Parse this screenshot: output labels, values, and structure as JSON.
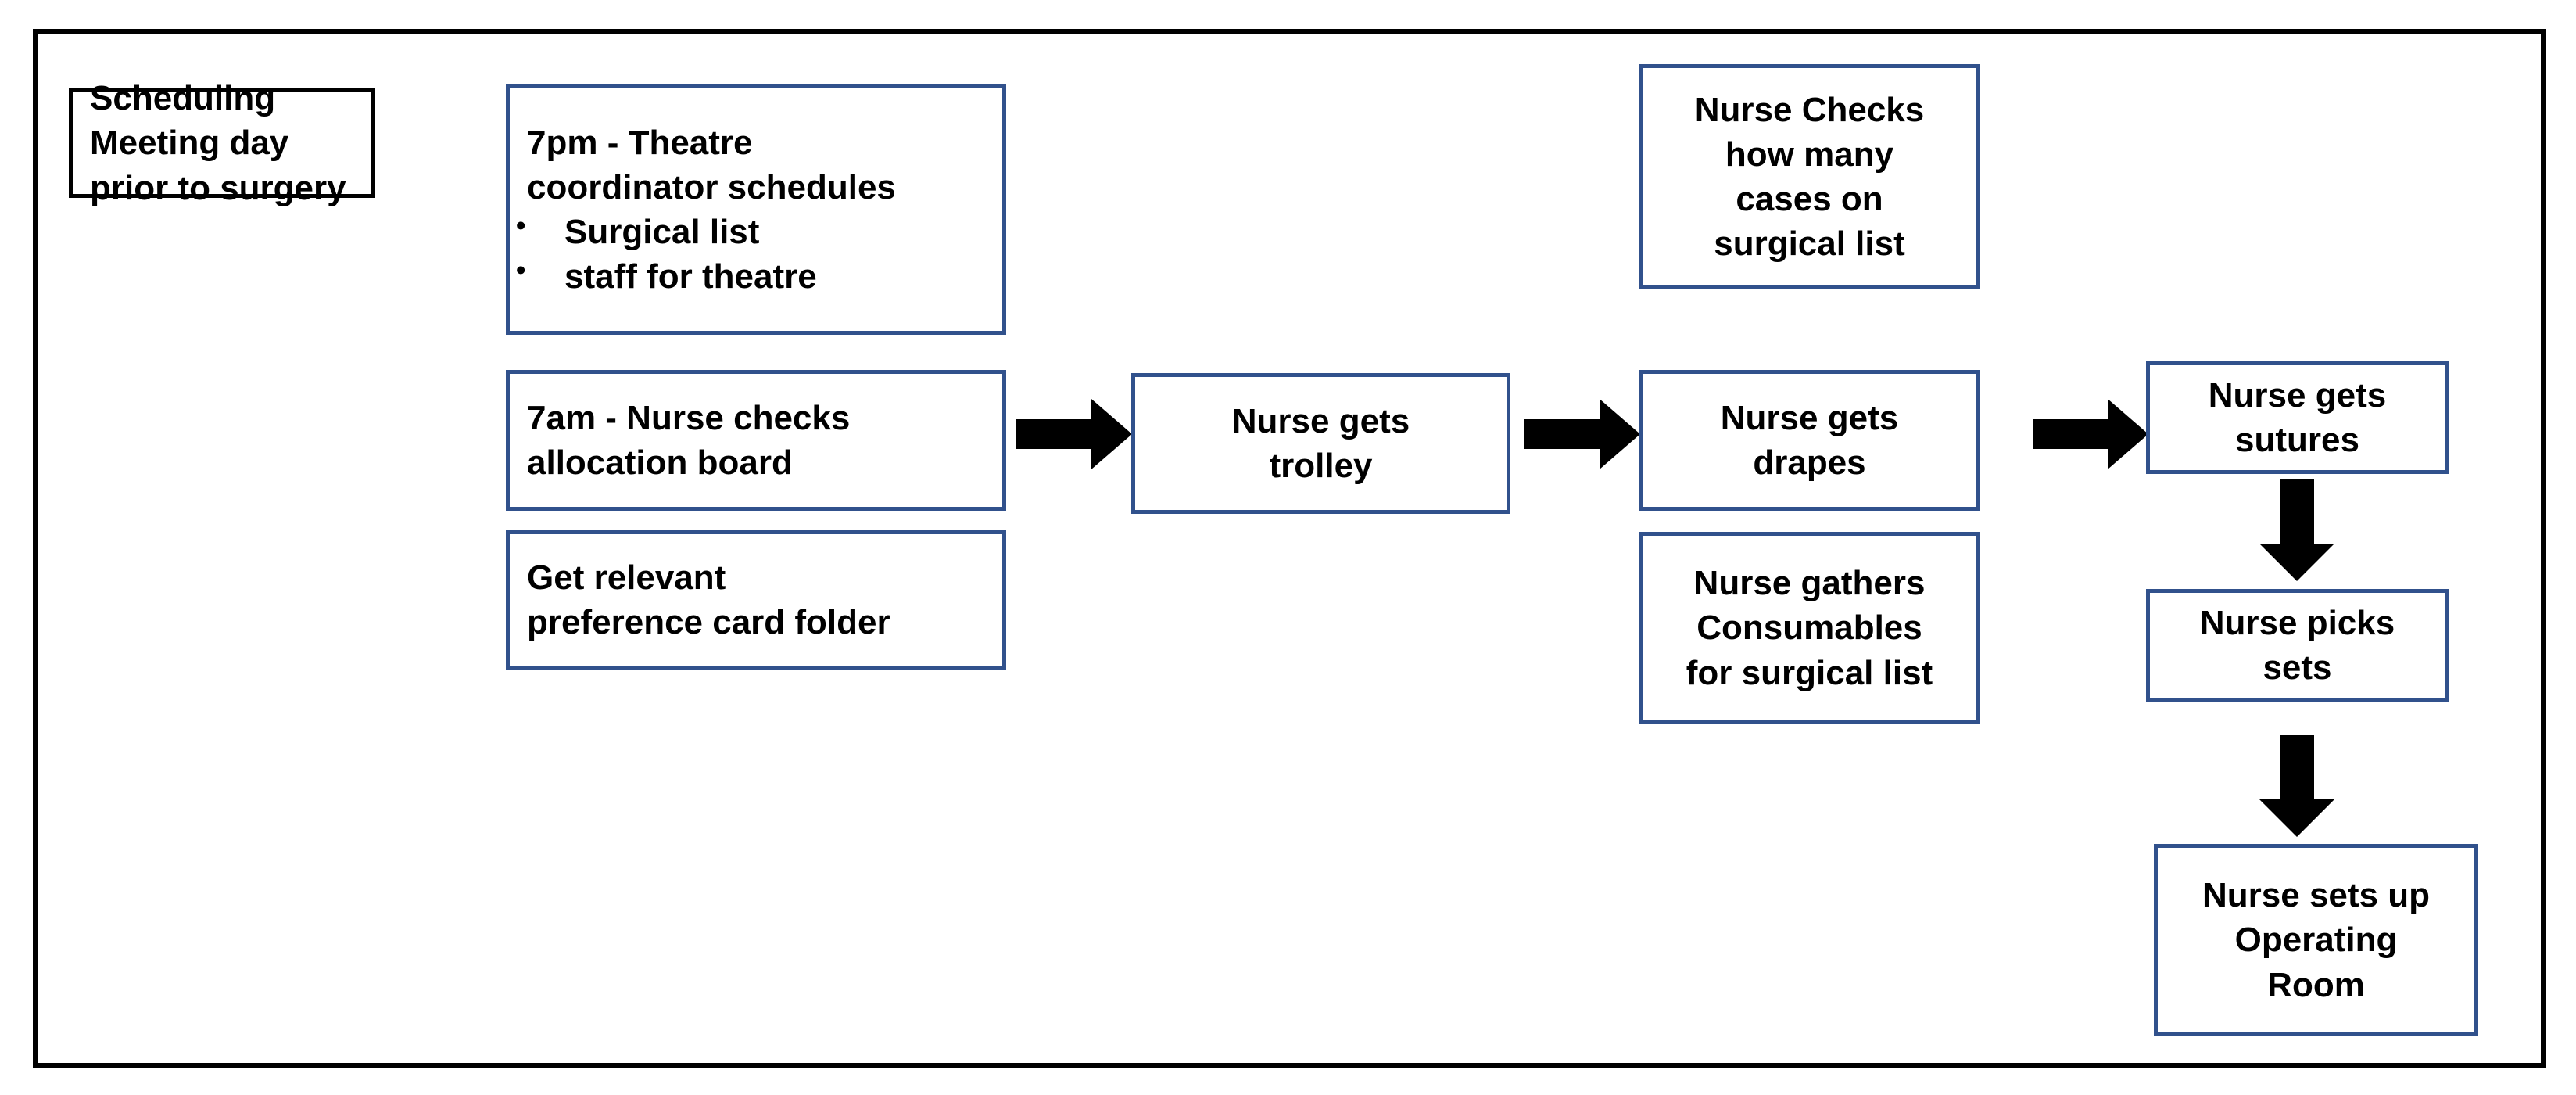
{
  "diagram": {
    "type": "flowchart",
    "title_text_present": false,
    "colors": {
      "box_border_blue": "#31518C",
      "box_border_black": "#000000",
      "frame_border": "#000000",
      "arrow_fill": "#000000",
      "text": "#000000",
      "background": "#FFFFFF"
    },
    "nodes": [
      {
        "id": "scheduling-meeting",
        "lines": [
          "Scheduling",
          "Meeting day",
          "prior to surgery"
        ],
        "align": "left",
        "border": "black"
      },
      {
        "id": "theatre-coordinator",
        "lines": [
          "7pm - Theatre",
          "coordinator schedules"
        ],
        "bullets": [
          "Surgical list",
          "staff for theatre"
        ],
        "align": "left",
        "border": "blue"
      },
      {
        "id": "allocation-board",
        "lines": [
          "7am - Nurse checks",
          "allocation board"
        ],
        "align": "left",
        "border": "blue"
      },
      {
        "id": "preference-card-folder",
        "lines": [
          "Get relevant",
          "preference card folder"
        ],
        "align": "left",
        "border": "blue"
      },
      {
        "id": "nurse-gets-trolley",
        "lines": [
          "Nurse gets",
          "trolley"
        ],
        "align": "center",
        "border": "blue"
      },
      {
        "id": "nurse-checks-cases",
        "lines": [
          "Nurse Checks",
          "how many",
          "cases on",
          "surgical list"
        ],
        "align": "center",
        "border": "blue"
      },
      {
        "id": "nurse-gets-drapes",
        "lines": [
          "Nurse gets",
          "drapes"
        ],
        "align": "center",
        "border": "blue"
      },
      {
        "id": "nurse-gathers-consumables",
        "lines": [
          "Nurse gathers",
          "Consumables",
          "for surgical list"
        ],
        "align": "center",
        "border": "blue"
      },
      {
        "id": "nurse-gets-sutures",
        "lines": [
          "Nurse gets",
          "sutures"
        ],
        "align": "center",
        "border": "blue"
      },
      {
        "id": "nurse-picks-sets",
        "lines": [
          "Nurse picks",
          "sets"
        ],
        "align": "center",
        "border": "blue"
      },
      {
        "id": "nurse-sets-up-or",
        "lines": [
          "Nurse sets up",
          "Operating",
          "Room"
        ],
        "align": "center",
        "border": "blue"
      }
    ],
    "edges": [
      {
        "from": "allocation-board",
        "to": "nurse-gets-trolley",
        "direction": "right"
      },
      {
        "from": "nurse-gets-trolley",
        "to": "nurse-gets-drapes",
        "direction": "right"
      },
      {
        "from": "nurse-gets-drapes",
        "to": "nurse-gets-sutures",
        "direction": "right"
      },
      {
        "from": "nurse-gets-sutures",
        "to": "nurse-picks-sets",
        "direction": "down"
      },
      {
        "from": "nurse-picks-sets",
        "to": "nurse-sets-up-or",
        "direction": "down"
      }
    ]
  },
  "n0": {
    "l0": "Scheduling",
    "l1": "Meeting day",
    "l2": "prior to surgery"
  },
  "n1": {
    "l0": "7pm - Theatre",
    "l1": "coordinator schedules",
    "b0": "Surgical list",
    "b1": "staff for theatre"
  },
  "n2": {
    "l0": "7am - Nurse checks",
    "l1": "allocation board"
  },
  "n3": {
    "l0": "Get relevant",
    "l1": "preference card folder"
  },
  "n4": {
    "l0": "Nurse gets",
    "l1": "trolley"
  },
  "n5": {
    "l0": "Nurse Checks",
    "l1": "how many",
    "l2": "cases on",
    "l3": "surgical list"
  },
  "n6": {
    "l0": "Nurse gets",
    "l1": "drapes"
  },
  "n7": {
    "l0": "Nurse gathers",
    "l1": "Consumables",
    "l2": "for surgical list"
  },
  "n8": {
    "l0": "Nurse gets",
    "l1": "sutures"
  },
  "n9": {
    "l0": "Nurse picks",
    "l1": "sets"
  },
  "n10": {
    "l0": "Nurse sets up",
    "l1": "Operating",
    "l2": "Room"
  },
  "icons": {
    "arrow_right": "arrow-right-icon",
    "arrow_down": "arrow-down-icon"
  }
}
